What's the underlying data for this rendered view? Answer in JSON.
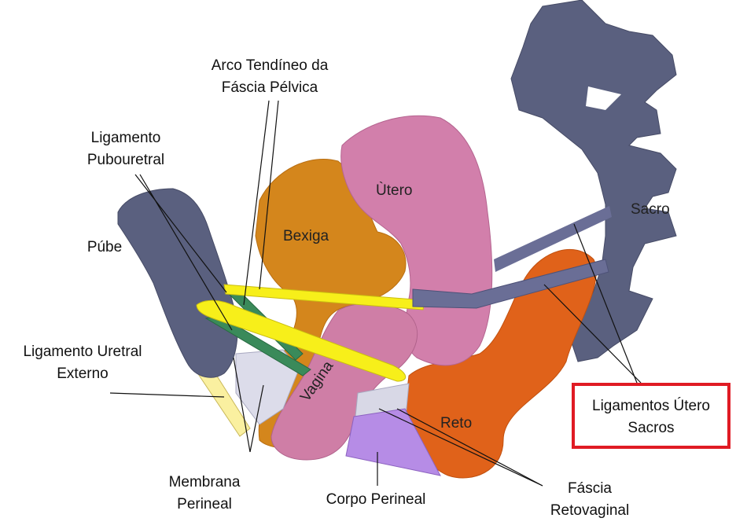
{
  "labels": {
    "arco_tendineo": [
      "Arco Tendíneo da",
      "Fáscia Pélvica"
    ],
    "ligamento_pubouretral": [
      "Ligamento",
      "Pubouretral"
    ],
    "pube": "Púbe",
    "ligamento_uretral_externo": [
      "Ligamento Uretral",
      "Externo"
    ],
    "membrana_perineal": [
      "Membrana",
      "Perineal"
    ],
    "corpo_perineal": "Corpo Perineal",
    "fascia_retovaginal": [
      "Fáscia",
      "Retovaginal"
    ],
    "ligamentos_utero_sacros": [
      "Ligamentos Útero",
      "Sacros"
    ],
    "sacro": "Sacro",
    "utero": "Ùtero",
    "bexiga": "Bexiga",
    "vagina": "Vagina",
    "reto": "Reto"
  },
  "colors": {
    "pube": "#5a607f",
    "sacro": "#5a607f",
    "bexiga": "#d4861c",
    "utero": "#d27fab",
    "vagina": "#cf7ea6",
    "reto": "#e0621a",
    "arco_tendineo": "#f7ef1a",
    "ligamento_pubouretral": "#3a8a5a",
    "membrana_perineal": "#faf0a0",
    "corpo_perineal": "#b68ce6",
    "fascia_retovaginal": "#d8d8e6",
    "ligamentos_utero_sacros": "#6a6e96",
    "highlight": "#e01b24"
  }
}
